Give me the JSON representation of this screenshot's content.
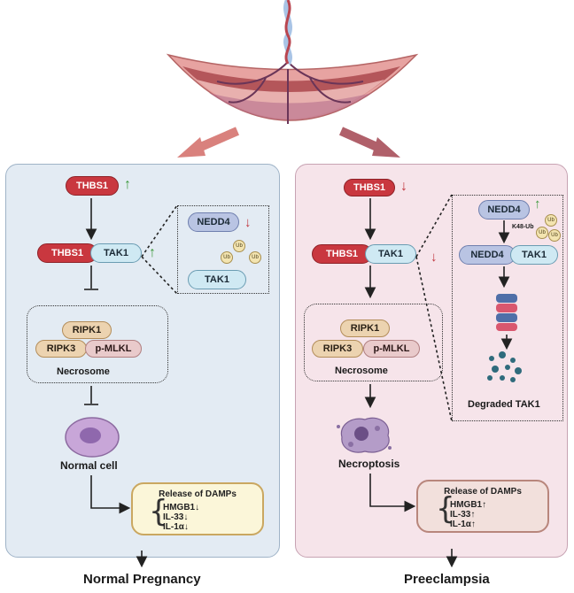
{
  "colors": {
    "red_pill": "#c9373f",
    "up_arrow": "#3c9a3c",
    "down_arrow": "#c0353d",
    "left_panel": "#e3ebf3",
    "right_panel": "#f6e4ea"
  },
  "left": {
    "thbs1": "THBS1",
    "thbs1_arrow": "↑",
    "complex_thbs1": "THBS1",
    "complex_tak1": "TAK1",
    "complex_arrow": "↑",
    "inset_nedd4": "NEDD4",
    "inset_nedd4_arrow": "↓",
    "inset_tak1": "TAK1",
    "ub": "Ub",
    "ripk1": "RIPK1",
    "ripk3": "RIPK3",
    "pmlkl": "p-MLKL",
    "necrosome": "Necrosome",
    "cell_label": "Normal cell",
    "damps_title": "Release of DAMPs",
    "damps_items": [
      "HMGB1↓",
      "IL-33↓",
      "IL-1α↓"
    ],
    "outcome": "Normal Pregnancy"
  },
  "right": {
    "thbs1": "THBS1",
    "thbs1_arrow": "↓",
    "complex_thbs1": "THBS1",
    "complex_tak1": "TAK1",
    "complex_arrow": "↓",
    "inset_nedd4": "NEDD4",
    "inset_nedd4_arrow": "↑",
    "k48": "K48-Ub",
    "inset_complex_nedd4": "NEDD4",
    "inset_complex_tak1": "TAK1",
    "degraded": "Degraded TAK1",
    "ub": "Ub",
    "ripk1": "RIPK1",
    "ripk3": "RIPK3",
    "pmlkl": "p-MLKL",
    "necrosome": "Necrosome",
    "cell_label": "Necroptosis",
    "damps_title": "Release of DAMPs",
    "damps_items": [
      "HMGB1↑",
      "IL-33↑",
      "IL-1α↑"
    ],
    "outcome": "Preeclampsia"
  }
}
